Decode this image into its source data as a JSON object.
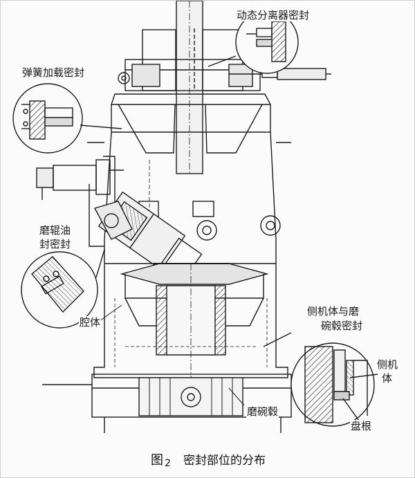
{
  "labels": {
    "dynamic_separator_seal": "动态分离器密封",
    "spring_loaded_seal": "弹簧加载密封",
    "roller_oil_seal_line1": "磨辊油",
    "roller_oil_seal_line2": "封密封",
    "cavity": "腔体",
    "side_body_bowl_seal_line1": "侧机体与磨",
    "side_body_bowl_seal_line2": "碗毂密封",
    "side_body_line1": "侧机",
    "side_body_line2": "体",
    "bowl_hub": "磨碗毂",
    "packing": "盘根"
  },
  "caption": {
    "figure_prefix": "图",
    "figure_number": "2",
    "title": "密封部位的分布"
  },
  "colors": {
    "ink": "#1a1a1a",
    "shade": "#6f6f6f",
    "paper": "#fbfbfb",
    "border": "#cfcfcf"
  }
}
